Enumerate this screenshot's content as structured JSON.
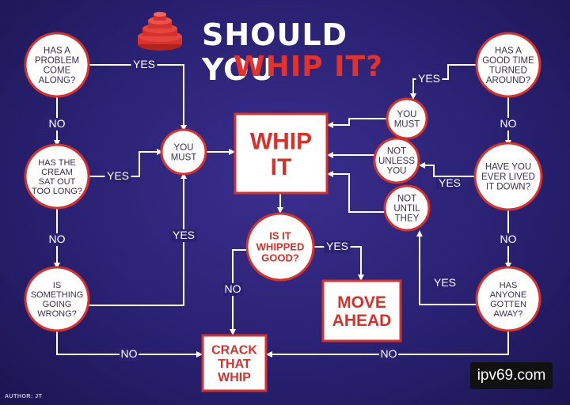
{
  "title": {
    "line1": "SHOULD YOU",
    "line2": "WHIP IT?"
  },
  "author": "AUTHOR: JT",
  "watermark": "ipv69.com",
  "colors": {
    "background": "#2a2173",
    "accent_red": "#d6312b",
    "node_fill": "#ffffff",
    "line": "#ffffff"
  },
  "nodes": {
    "problem": {
      "lines": [
        "HAS A",
        "PROBLEM",
        "COME",
        "ALONG?"
      ]
    },
    "cream": {
      "lines": [
        "HAS THE",
        "CREAM",
        "SAT OUT",
        "TOO LONG?"
      ]
    },
    "wrong": {
      "lines": [
        "IS",
        "SOMETHING",
        "GOING",
        "WRONG?"
      ]
    },
    "you_must_l": {
      "lines": [
        "YOU",
        "MUST"
      ]
    },
    "whip_it": {
      "lines": [
        "WHIP",
        "IT"
      ]
    },
    "whipped_good": {
      "lines": [
        "IS IT",
        "WHIPPED",
        "GOOD?"
      ]
    },
    "move_ahead": {
      "lines": [
        "MOVE",
        "AHEAD"
      ]
    },
    "crack": {
      "lines": [
        "CRACK",
        "THAT",
        "WHIP"
      ]
    },
    "you_must_r": {
      "lines": [
        "YOU",
        "MUST"
      ]
    },
    "not_unless": {
      "lines": [
        "NOT",
        "UNLESS",
        "YOU"
      ]
    },
    "not_until": {
      "lines": [
        "NOT",
        "UNTIL",
        "THEY"
      ]
    },
    "good_time": {
      "lines": [
        "HAS A",
        "GOOD TIME",
        "TURNED",
        "AROUND?"
      ]
    },
    "lived_down": {
      "lines": [
        "HAVE YOU",
        "EVER LIVED",
        "IT DOWN?"
      ]
    },
    "gotten_away": {
      "lines": [
        "HAS",
        "ANYONE",
        "GOTTEN",
        "AWAY?"
      ]
    }
  },
  "edge_labels": {
    "problem_yes": "YES",
    "problem_no": "NO",
    "cream_yes": "YES",
    "cream_no": "NO",
    "wrong_yes": "YES",
    "wrong_no": "NO",
    "whipped_yes": "YES",
    "whipped_no": "NO",
    "good_time_yes": "YES",
    "good_time_no": "NO",
    "lived_yes": "YES",
    "lived_no": "NO",
    "gotten_yes": "YES",
    "gotten_no": "NO"
  }
}
